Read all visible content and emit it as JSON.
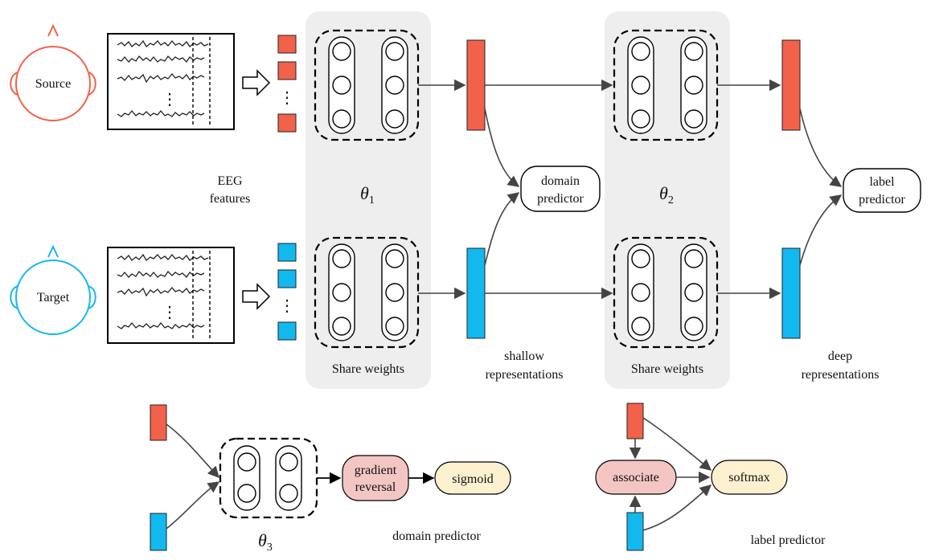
{
  "labels": {
    "source": "Source",
    "target": "Target",
    "eeg_features_line1": "EEG",
    "eeg_features_line2": "features",
    "theta1": "θ",
    "theta1_sub": "1",
    "theta2": "θ",
    "theta2_sub": "2",
    "theta3": "θ",
    "theta3_sub": "3",
    "share_weights_1": "Share weights",
    "share_weights_2": "Share weights",
    "shallow_line1": "shallow",
    "shallow_line2": "representations",
    "deep_line1": "deep",
    "deep_line2": "representations",
    "domain_predictor_line1": "domain",
    "domain_predictor_line2": "predictor",
    "label_predictor_line1": "label",
    "label_predictor_line2": "predictor",
    "gradient_line1": "gradient",
    "gradient_line2": "reversal",
    "sigmoid": "sigmoid",
    "associate": "associate",
    "softmax": "softmax",
    "domain_predictor_caption": "domain predictor",
    "label_predictor_caption": "label predictor",
    "ellipsis": "⋮"
  },
  "colors": {
    "source": "#f2614a",
    "target": "#12b9ee",
    "panel": "#eeeeee",
    "gradient_reversal": "#f3c6c4",
    "sigmoid_softmax": "#fdf1cf",
    "associate": "#f3c6c4"
  }
}
